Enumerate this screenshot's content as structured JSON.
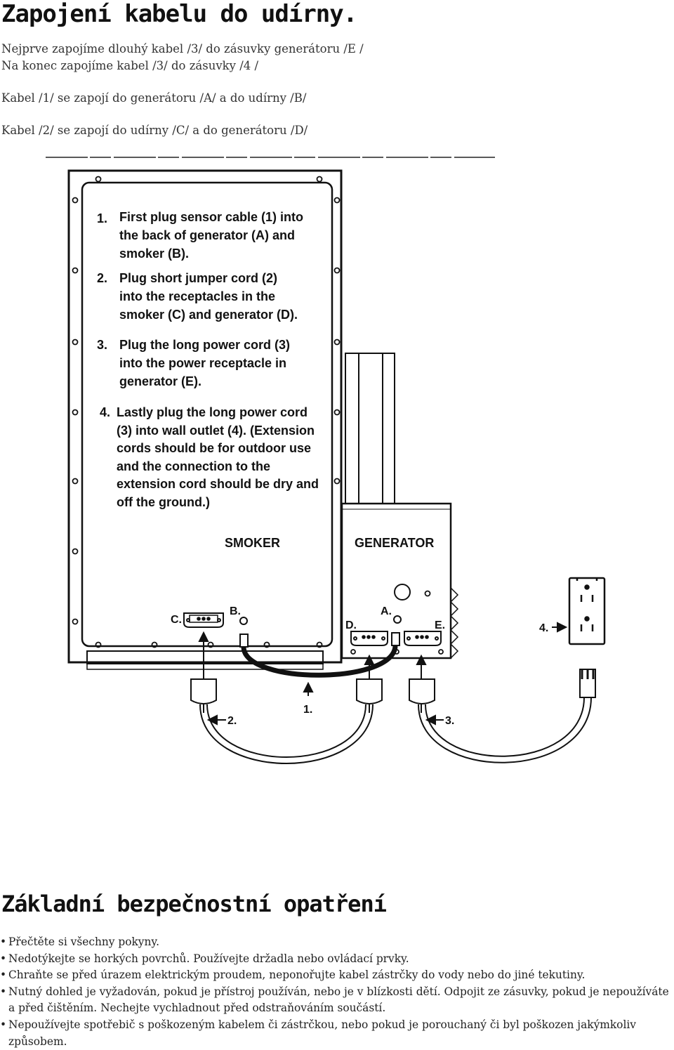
{
  "page": {
    "title": "Zapojení kabelu do udírny.",
    "intro": [
      "Nejprve zapojíme dlouhý kabel /3/ do zásuvky generátoru /E /",
      "Na konec zapojíme kabel /3/ do zásuvky /4 /",
      "Kabel /1/ se zapojí do generátoru /A/  a do udírny /B/",
      "Kabel /2/ se zapojí do udírny /C/ a do generátoru /D/"
    ]
  },
  "diagram": {
    "instructions": [
      {
        "num": "1.",
        "lines": [
          "First plug sensor cable (1) into",
          "the back of generator (A) and",
          "smoker (B)."
        ]
      },
      {
        "num": "2.",
        "lines": [
          "Plug short jumper cord (2)",
          "into the receptacles in the",
          "smoker (C) and generator (D)."
        ]
      },
      {
        "num": "3.",
        "lines": [
          "Plug the long power cord (3)",
          "into the power receptacle in",
          "generator (E)."
        ]
      },
      {
        "num": "4.",
        "lines": [
          "Lastly plug the long power cord",
          "(3) into wall outlet (4). (Extension",
          "cords should be for outdoor use",
          "and the connection to the",
          "extension cord should be dry and",
          "off the ground.)"
        ]
      }
    ],
    "smoker_label": "SMOKER",
    "generator_label": "GENERATOR",
    "labels": {
      "c": "C.",
      "b": "B.",
      "a": "A.",
      "d": "D.",
      "e": "E.",
      "outlet": "4.",
      "cord2": "2.",
      "cord1": "1.",
      "cord3": "3."
    }
  },
  "safety": {
    "title": "Základní bezpečnostní opatření",
    "items": [
      "Přečtěte si všechny pokyny.",
      "Nedotýkejte se horkých povrchů. Používejte držadla nebo ovládací prvky.",
      "Chraňte se před úrazem elektrickým proudem, neponořujte kabel zástrčky do vody nebo do jiné tekutiny.",
      "Nutný dohled je vyžadován, pokud je přístroj používán, nebo je v blízkosti dětí. Odpojit ze zásuvky, pokud je nepoužíváte a před čištěním. Nechejte vychladnout před odstraňováním součástí.",
      "Nepoužívejte spotřebič s poškozeným kabelem či zástrčkou, nebo pokud je porouchaný či byl poškozen jakýmkoliv způsobem."
    ]
  }
}
